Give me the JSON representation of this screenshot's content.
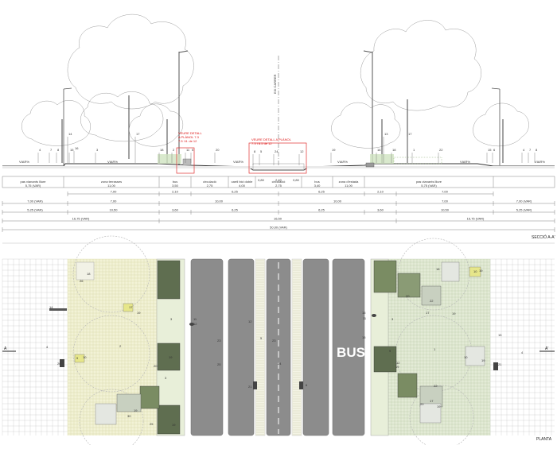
{
  "section": {
    "axis_label": "EIX CARRER",
    "detail_note_left": [
      "VEURE DETALL",
      "A PLÀNOL 7.3",
      "7.5 I 8. de 12"
    ],
    "detail_note_center": [
      "VEURE DETALL A PLÀNOL",
      "7.3 I 8.5 de 12"
    ],
    "level_labels": [
      "VIAR%",
      "VIAR%",
      "VIAR%",
      "VIAR%",
      "VIAR%",
      "VIAR%"
    ],
    "callouts_left": [
      "14",
      "16",
      "4",
      "7",
      "8",
      "15",
      "3",
      "17",
      "18",
      "2",
      "11",
      "5",
      "20"
    ],
    "callouts_center": [
      "8",
      "5",
      "24",
      "12"
    ],
    "callouts_right": [
      "13",
      "16",
      "18",
      "17",
      "1",
      "22",
      "15",
      "6",
      "4",
      "7",
      "8",
      "19"
    ],
    "zones": [
      {
        "name": "pas vianants lliure",
        "width": "5,75 (VAR)"
      },
      {
        "name": "zona terrasses",
        "width": "11,00"
      },
      {
        "name": "bus",
        "width": "3,50"
      },
      {
        "name": "circulació",
        "width": "2,75"
      },
      {
        "name": "carril bici doble",
        "width": "4,00"
      },
      {
        "name": "circulació",
        "width": "2,75"
      },
      {
        "name": "bus",
        "width": "3,40"
      },
      {
        "name": "zona d'estada",
        "width": "11,00"
      },
      {
        "name": "pas vianants lliure",
        "width": "5,75 (VAR)"
      }
    ],
    "bike_dims": [
      "0,80",
      "2,40",
      "0,80"
    ],
    "dim_row1": [
      "7,00",
      "2,10",
      "6,25",
      "6,25",
      "2,10",
      "7,00"
    ],
    "dim_row2": [
      "7,00 (VAR)",
      "7,00",
      "10,00",
      "10,00",
      "7,00",
      "7,00 (VAR)"
    ],
    "dim_row3": [
      "5,25 (VAR)",
      "10,50",
      "3,60",
      "6,25",
      "6,25",
      "3,60",
      "10,50",
      "5,25 (VAR)"
    ],
    "dim_row4": [
      "16,75 (VAR)",
      "16,50",
      "16,75 (VAR)"
    ],
    "dim_total": "50,00 (VAR)",
    "title": "SECCIÓ A-A'"
  },
  "plan": {
    "bus_text": "BUS",
    "section_marker_left": "A",
    "section_marker_right": "A'",
    "labels_left": [
      "26",
      "18",
      "14",
      "4",
      "20",
      "17",
      "19",
      "2",
      "3",
      "19",
      "20",
      "19",
      "3",
      "9",
      "30",
      "25",
      "19",
      "10"
    ],
    "labels_center": [
      "11",
      "12",
      "23",
      "25",
      "5",
      "12",
      "23",
      "24",
      "21",
      "6",
      "11"
    ],
    "labels_right": [
      "10",
      "19",
      "3",
      "18",
      "22",
      "17",
      "19",
      "20",
      "15",
      "16",
      "15",
      "19",
      "22",
      "17",
      "19",
      "20",
      "10",
      "19",
      "4",
      "21",
      "1",
      "9",
      "12"
    ],
    "title": "PLANTA"
  }
}
